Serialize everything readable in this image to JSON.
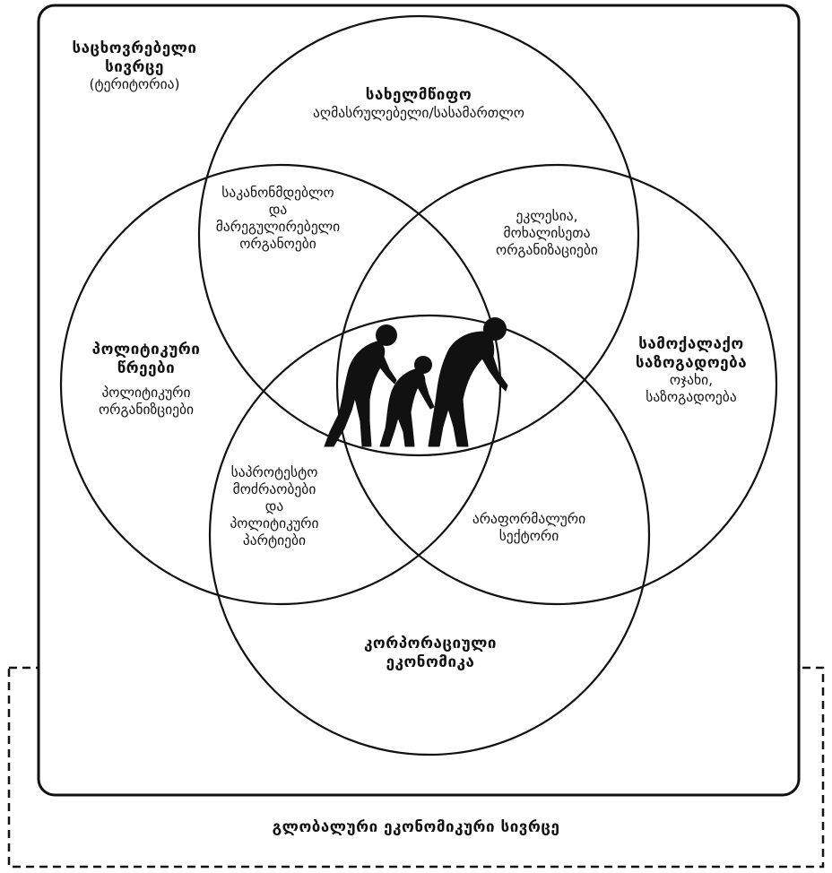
{
  "living_space": {
    "title": [
      "საცხოვრებელი",
      "სივრცე"
    ],
    "subtitle": "(ტერიტორია)"
  },
  "global_space": {
    "title": "გლობალური ეკონომიკური სივრცე"
  },
  "state": {
    "title": "სახელმწიფო",
    "subtitle": "აღმასრულებელი/სასამართლო"
  },
  "political": {
    "title": [
      "პოლიტიკური",
      "წრეები"
    ],
    "subtitle": [
      "პოლიტიკური",
      "ორგანიზციები"
    ]
  },
  "civil": {
    "title": [
      "სამოქალაქო",
      "საზოგადოება"
    ],
    "subtitle": [
      "ოჯახი,",
      "საზოგადოება"
    ]
  },
  "corporate": {
    "title": [
      "კორპორაციული",
      "ეკონომიკა"
    ]
  },
  "overlap_state_political": [
    "საკანონმდებლო",
    "და",
    "მარეგულირებელი",
    "ორგანოები"
  ],
  "overlap_state_civil": [
    "ეკლესია,",
    "მოხალისეთა",
    "ორგანიზაციები"
  ],
  "overlap_political_corporate": [
    "საპროტესტო",
    "მოძრაობები",
    "და",
    "პოლიტიკური",
    "პარტიები"
  ],
  "overlap_civil_corporate": [
    "არაფორმალური",
    "სექტორი"
  ],
  "colors": {
    "stroke": "#111111",
    "figures": "#111111",
    "background": "#ffffff"
  },
  "icon": "three-bent-human-figures-icon"
}
